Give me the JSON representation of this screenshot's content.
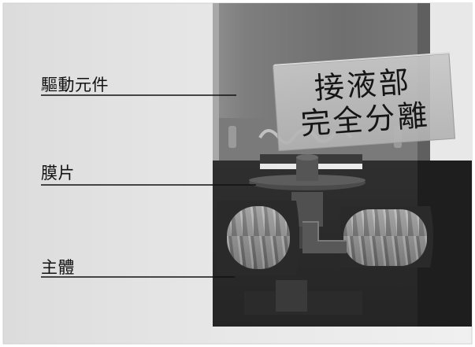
{
  "labels": {
    "actuator": "驅動元件",
    "diaphragm": "膜片",
    "body": "主體"
  },
  "banner": {
    "line1": "接液部",
    "line2": "完全分離"
  }
}
